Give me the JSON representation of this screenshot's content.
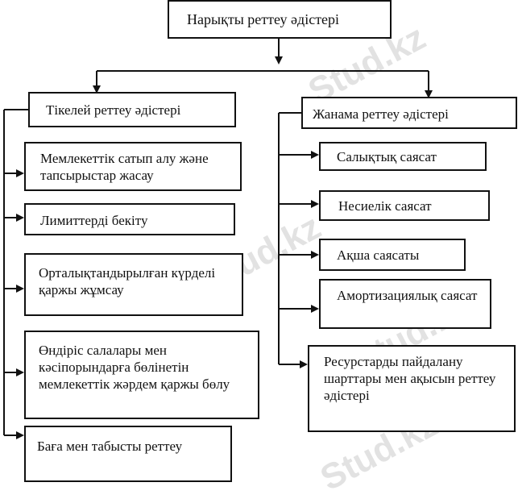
{
  "title": "Нарықты реттеу әдістері",
  "left_header": "Тікелей реттеу әдістері",
  "right_header": "Жанама реттеу әдістері",
  "left_items": [
    "Мемлекеттік сатып алу және тапсырыстар жасау",
    "Лимиттерді бекіту",
    "Орталықтандырылған күрделі қаржы жұмсау",
    "Өндіріс салалары мен кәсіпорындарға бөлінетін мемлекеттік жәрдем қаржы бөлу",
    "Баға мен табысты реттеу"
  ],
  "right_items": [
    "Салықтық саясат",
    "Несиелік саясат",
    "Ақша саясаты",
    "Амортизациялық саясат",
    "Ресурстарды пайдалану шарттары мен ақысын реттеу әдістері"
  ],
  "watermark": "Stud.kz"
}
